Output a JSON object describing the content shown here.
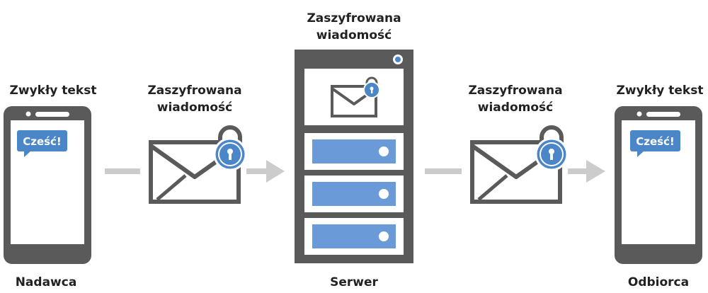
{
  "sender": {
    "title": "Zwykły tekst",
    "bubble": "Cześć!",
    "caption": "Nadawca"
  },
  "left_envelope": {
    "label_line1": "Zaszyfrowana",
    "label_line2": "wiadomość"
  },
  "server": {
    "label_line1": "Zaszyfrowana",
    "label_line2": "wiadomość",
    "caption": "Serwer"
  },
  "right_envelope": {
    "label_line1": "Zaszyfrowana",
    "label_line2": "wiadomość"
  },
  "recipient": {
    "title": "Zwykły tekst",
    "bubble": "Cześć!",
    "caption": "Odbiorca"
  },
  "colors": {
    "device": "#5a5a5a",
    "accent_blue": "#4a86c8",
    "bar_blue": "#6a9ad8",
    "arrow": "#cccccc",
    "text": "#222222"
  }
}
